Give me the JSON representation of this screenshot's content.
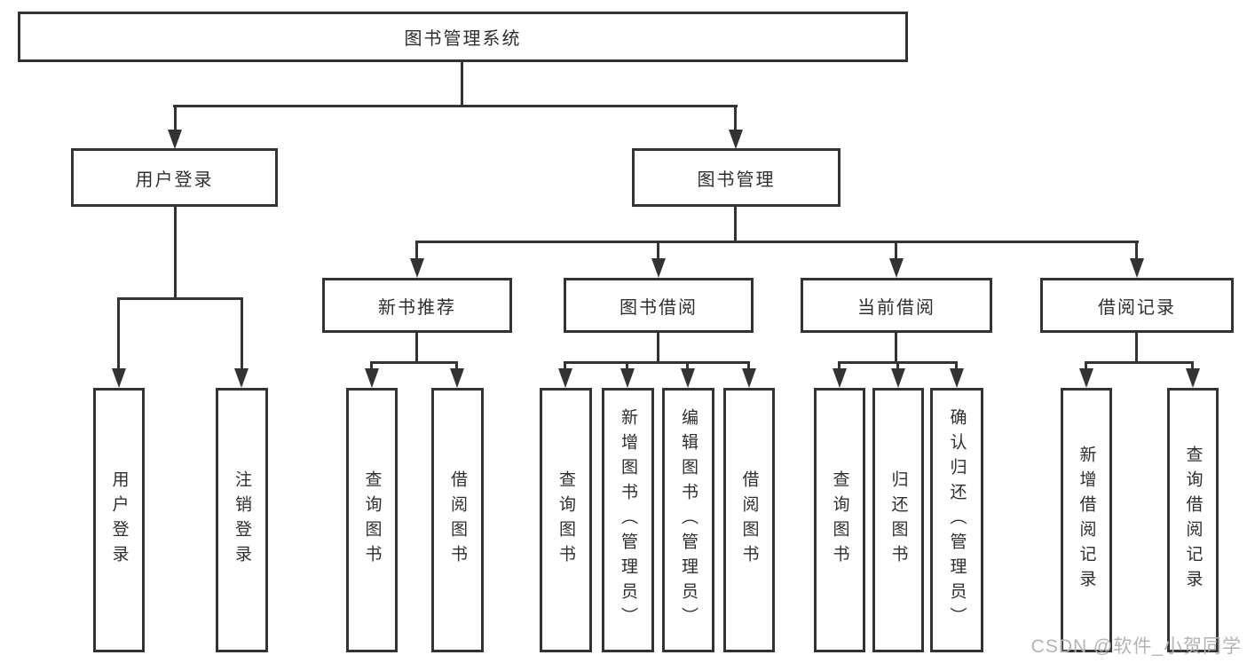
{
  "colors": {
    "line": "#333333",
    "background": "#ffffff",
    "watermark": "#b3b3b3"
  },
  "watermark": {
    "text": "CSDN @软件_小贺同学"
  },
  "diagram": {
    "type": "tree",
    "title": "图书管理系统",
    "branches": [
      {
        "label": "用户登录",
        "children": [
          {
            "label": "用户登录"
          },
          {
            "label": "注销登录"
          }
        ]
      },
      {
        "label": "图书管理",
        "children": [
          {
            "label": "新书推荐",
            "children": [
              {
                "label": "查询图书"
              },
              {
                "label": "借阅图书"
              }
            ]
          },
          {
            "label": "图书借阅",
            "children": [
              {
                "label": "查询图书"
              },
              {
                "label": "新增图书（管理员）"
              },
              {
                "label": "编辑图书（管理员）"
              },
              {
                "label": "借阅图书"
              }
            ]
          },
          {
            "label": "当前借阅",
            "children": [
              {
                "label": "查询图书"
              },
              {
                "label": "归还图书"
              },
              {
                "label": "确认归还（管理员）"
              }
            ]
          },
          {
            "label": "借阅记录",
            "children": [
              {
                "label": "新增借阅记录"
              },
              {
                "label": "查询借阅记录"
              }
            ]
          }
        ]
      }
    ]
  }
}
